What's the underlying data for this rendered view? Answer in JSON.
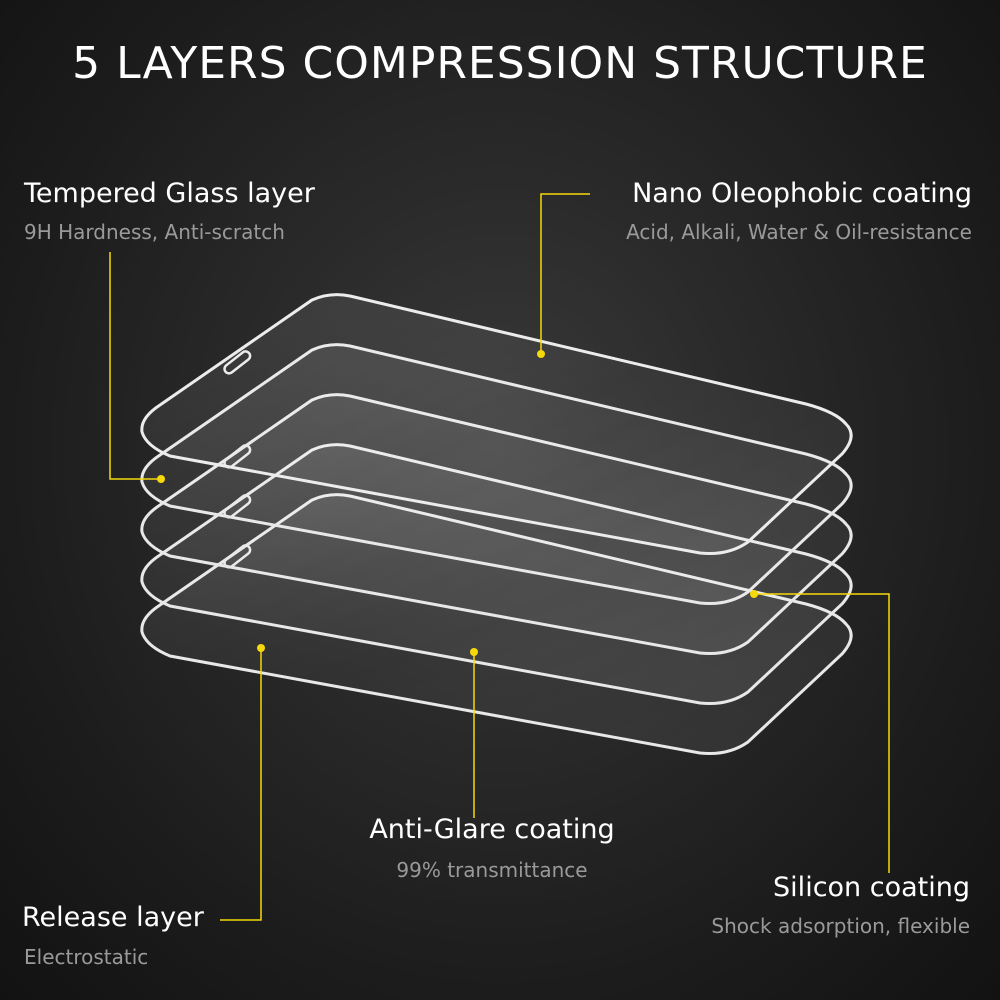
{
  "title": "5 LAYERS COMPRESSION STRUCTURE",
  "accent_color": "#f5d90a",
  "layers": {
    "tempered_glass": {
      "name": "Tempered Glass layer",
      "desc": "9H Hardness, Anti-scratch"
    },
    "nano_oleophobic": {
      "name": "Nano Oleophobic coating",
      "desc": "Acid, Alkali, Water & Oil-resistance"
    },
    "anti_glare": {
      "name": "Anti-Glare coating",
      "desc": "99% transmittance"
    },
    "silicon": {
      "name": "Silicon coating",
      "desc": "Shock adsorption, flexible"
    },
    "release": {
      "name": "Release layer",
      "desc": "Electrostatic"
    }
  }
}
